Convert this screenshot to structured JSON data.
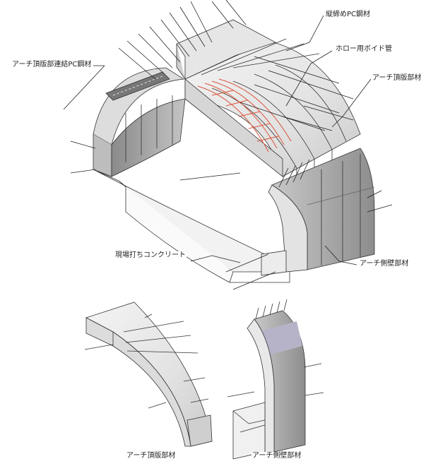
{
  "labels": {
    "arch_crown_connection_pc": "アーチ頂版部連結PC鋼材",
    "longitudinal_pc": "縦締めPC鋼材",
    "void_pipe": "ホロー用ボイド管",
    "arch_crown_member": "アーチ頂版部材",
    "cast_in_place_concrete": "現場打ちコンクリート",
    "arch_sidewall_member": "アーチ側壁部材",
    "caption_crown_member": "アーチ頂版部材",
    "caption_sidewall_member": "アーチ側壁部材"
  },
  "colors": {
    "line": "#333333",
    "panel_light": "#e9e9e9",
    "panel_mid": "#cfcfcf",
    "panel_dark": "#9a9a9a",
    "panel_purple": "#b6b3c8",
    "void_pipe": "#d9543a"
  }
}
